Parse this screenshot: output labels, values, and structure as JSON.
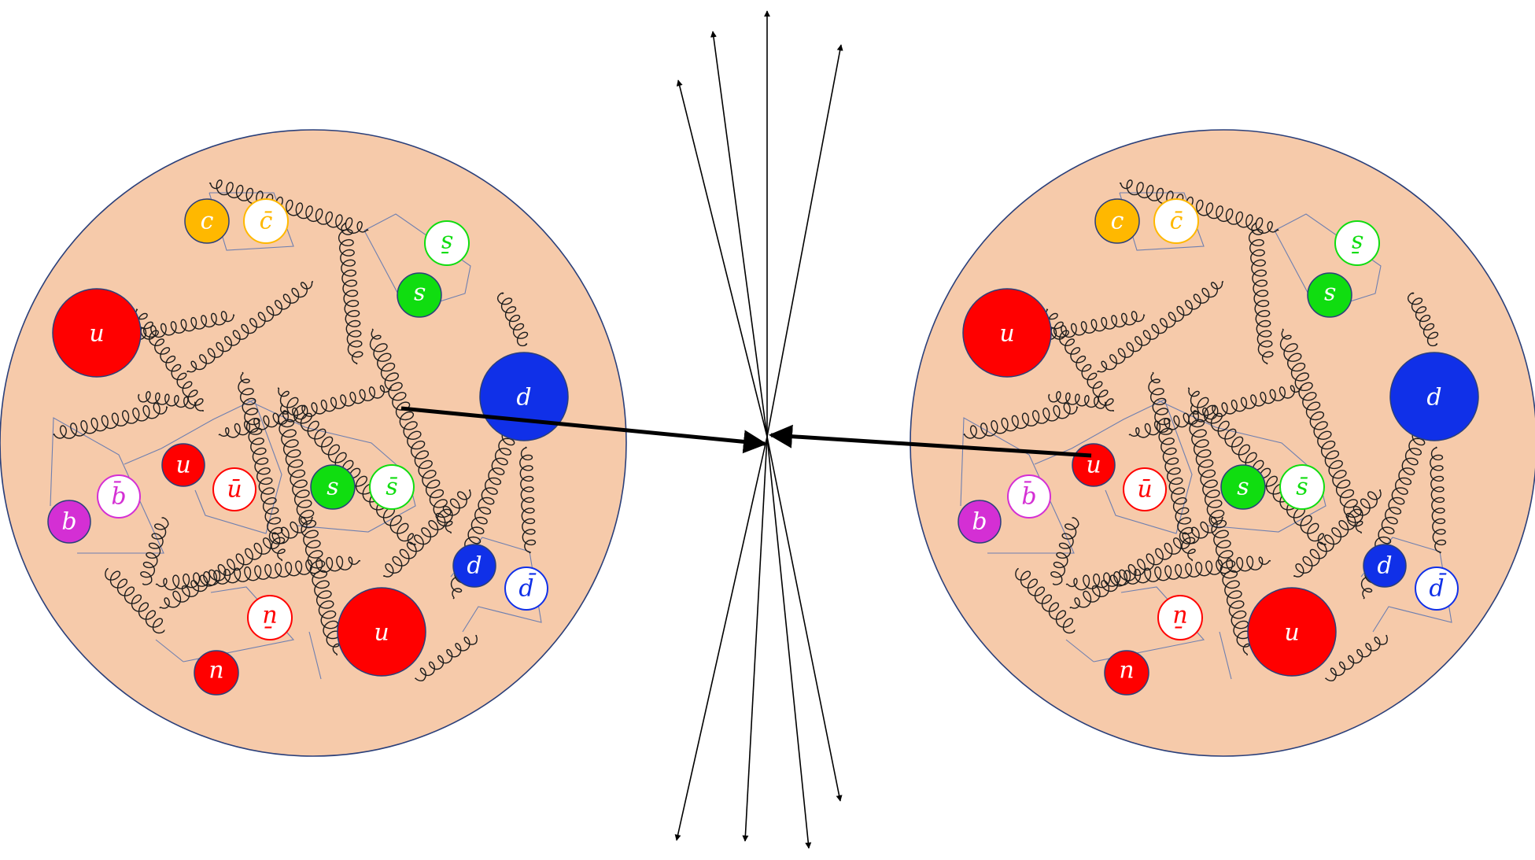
{
  "colors": {
    "proton_fill": "#f6caaa",
    "proton_edge": "#2a3f7a",
    "gluon": "#1c1c1c",
    "link": "#6e7fb0",
    "arrow": "#000000",
    "u": "#ff0000",
    "d": "#1030e8",
    "s": "#10dd10",
    "c": "#ffb800",
    "b": "#d42fd4"
  },
  "icons": {
    "gluon": "gluon-spring-icon"
  },
  "quarks": {
    "u": "u",
    "ubar": "ū",
    "d": "d",
    "dbar": "d̄",
    "s": "s",
    "sbar": "s̄",
    "c": "c",
    "cbar": "c̄",
    "b": "b",
    "bbar": "b̄"
  }
}
